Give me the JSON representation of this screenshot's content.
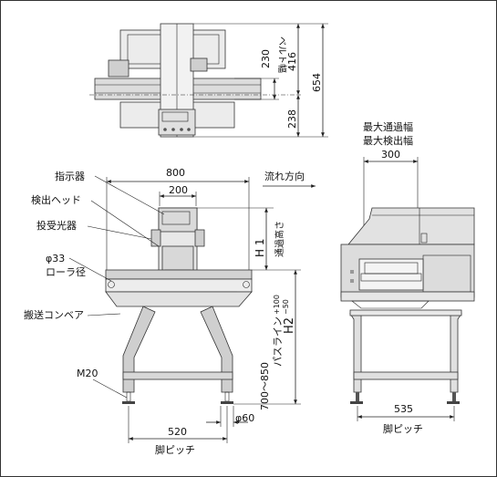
{
  "labels": {
    "indicator": "指示器",
    "detect_head": "検出ヘッド",
    "transceiver": "投受光器",
    "phi33": "φ33",
    "roller_dia": "ローラ径",
    "conveyor": "搬送コンベア",
    "m20": "M20",
    "flow_dir": "流れ方向",
    "max_pass_width": "最大通過幅",
    "max_detect_width": "最大検出幅",
    "h1": "H 1",
    "pass_height": "通過高さ",
    "passline_range": "700～850",
    "passline": "パスライン",
    "h2": "H2",
    "h2_tol_plus": "+100",
    "h2_tol_minus": "−50",
    "belt_width": "ベルト幅",
    "leg_pitch_front": "脚ピッチ",
    "leg_pitch_side": "脚ピッチ"
  },
  "dims": {
    "top_230": "230",
    "top_416": "416",
    "top_654": "654",
    "top_238": "238",
    "front_800": "800",
    "front_200": "200",
    "front_520": "520",
    "front_phi60": "φ60",
    "side_300": "300",
    "side_535": "535"
  },
  "colors": {
    "line": "#222222",
    "machine_fill": "#e6e6e6",
    "machine_dark": "#9a9a9a",
    "screen": "#cfd8d0"
  }
}
